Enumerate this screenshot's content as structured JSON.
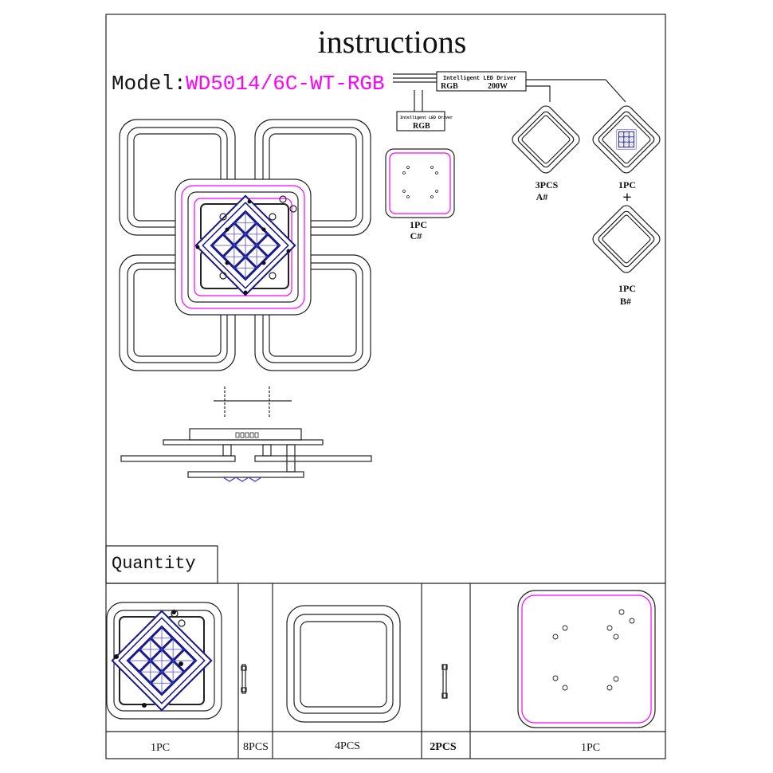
{
  "title": "instructions",
  "model": {
    "label": "Model:",
    "value": "WD5014/6C-WT-RGB"
  },
  "colors": {
    "accent": "#ff00ff",
    "led_blue": "#1a1a8c",
    "line": "#222222"
  },
  "drivers": {
    "main": {
      "title": "Intelligent LED Driver",
      "type": "RGB",
      "power": "200W"
    },
    "small": {
      "title": "Intelligent LED Driver",
      "type": "RGB"
    }
  },
  "parts": {
    "c": {
      "qty": "1PC",
      "code": "C#"
    },
    "a": {
      "qty": "3PCS",
      "code": "A#"
    },
    "center": {
      "qty": "1PC"
    },
    "b": {
      "qty": "1PC",
      "code": "B#"
    },
    "plus": "+"
  },
  "quantity": {
    "label": "Quantity",
    "items": [
      {
        "qty": "1PC"
      },
      {
        "qty": "8PCS"
      },
      {
        "qty": "4PCS"
      },
      {
        "qty": "2PCS"
      },
      {
        "qty": "1PC"
      }
    ]
  }
}
